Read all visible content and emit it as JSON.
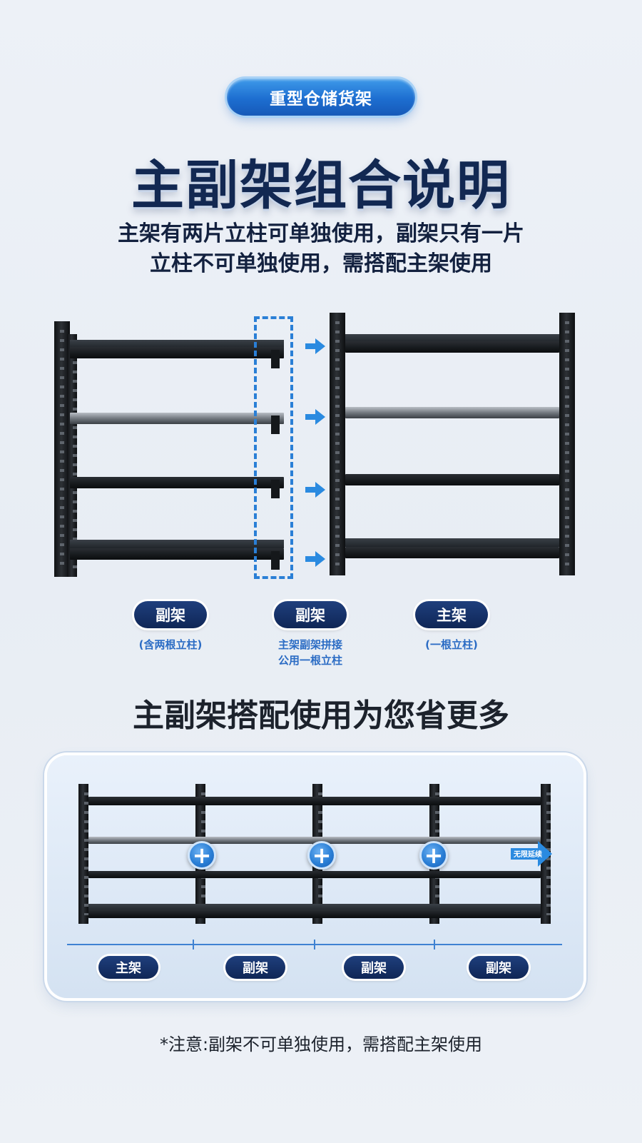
{
  "header": {
    "badge": "重型仓储货架",
    "title": "主副架组合说明",
    "subtitle_line1": "主架有两片立柱可单独使用，副架只有一片",
    "subtitle_line2": "立柱不可单独使用，需搭配主架使用"
  },
  "diagram": {
    "labels": [
      {
        "tag": "副架",
        "note": "(含两根立柱)"
      },
      {
        "tag": "副架",
        "note_line1": "主架副架拼接",
        "note_line2": "公用一根立柱"
      },
      {
        "tag": "主架",
        "note": "(一根立柱)"
      }
    ]
  },
  "section2": {
    "title": "主副架搭配使用为您省更多",
    "extend_label": "无限延续",
    "plus_symbol": "+",
    "bottom_tags": [
      "主架",
      "副架",
      "副架",
      "副架"
    ]
  },
  "footer": {
    "note": "*注意:副架不可单独使用，需搭配主架使用"
  },
  "colors": {
    "accent_blue": "#2a7fd6",
    "navy": "#122852",
    "tag_navy": "#0f2656"
  },
  "icons": [
    "right-arrow-icon",
    "plus-icon",
    "extend-arrow-icon"
  ]
}
